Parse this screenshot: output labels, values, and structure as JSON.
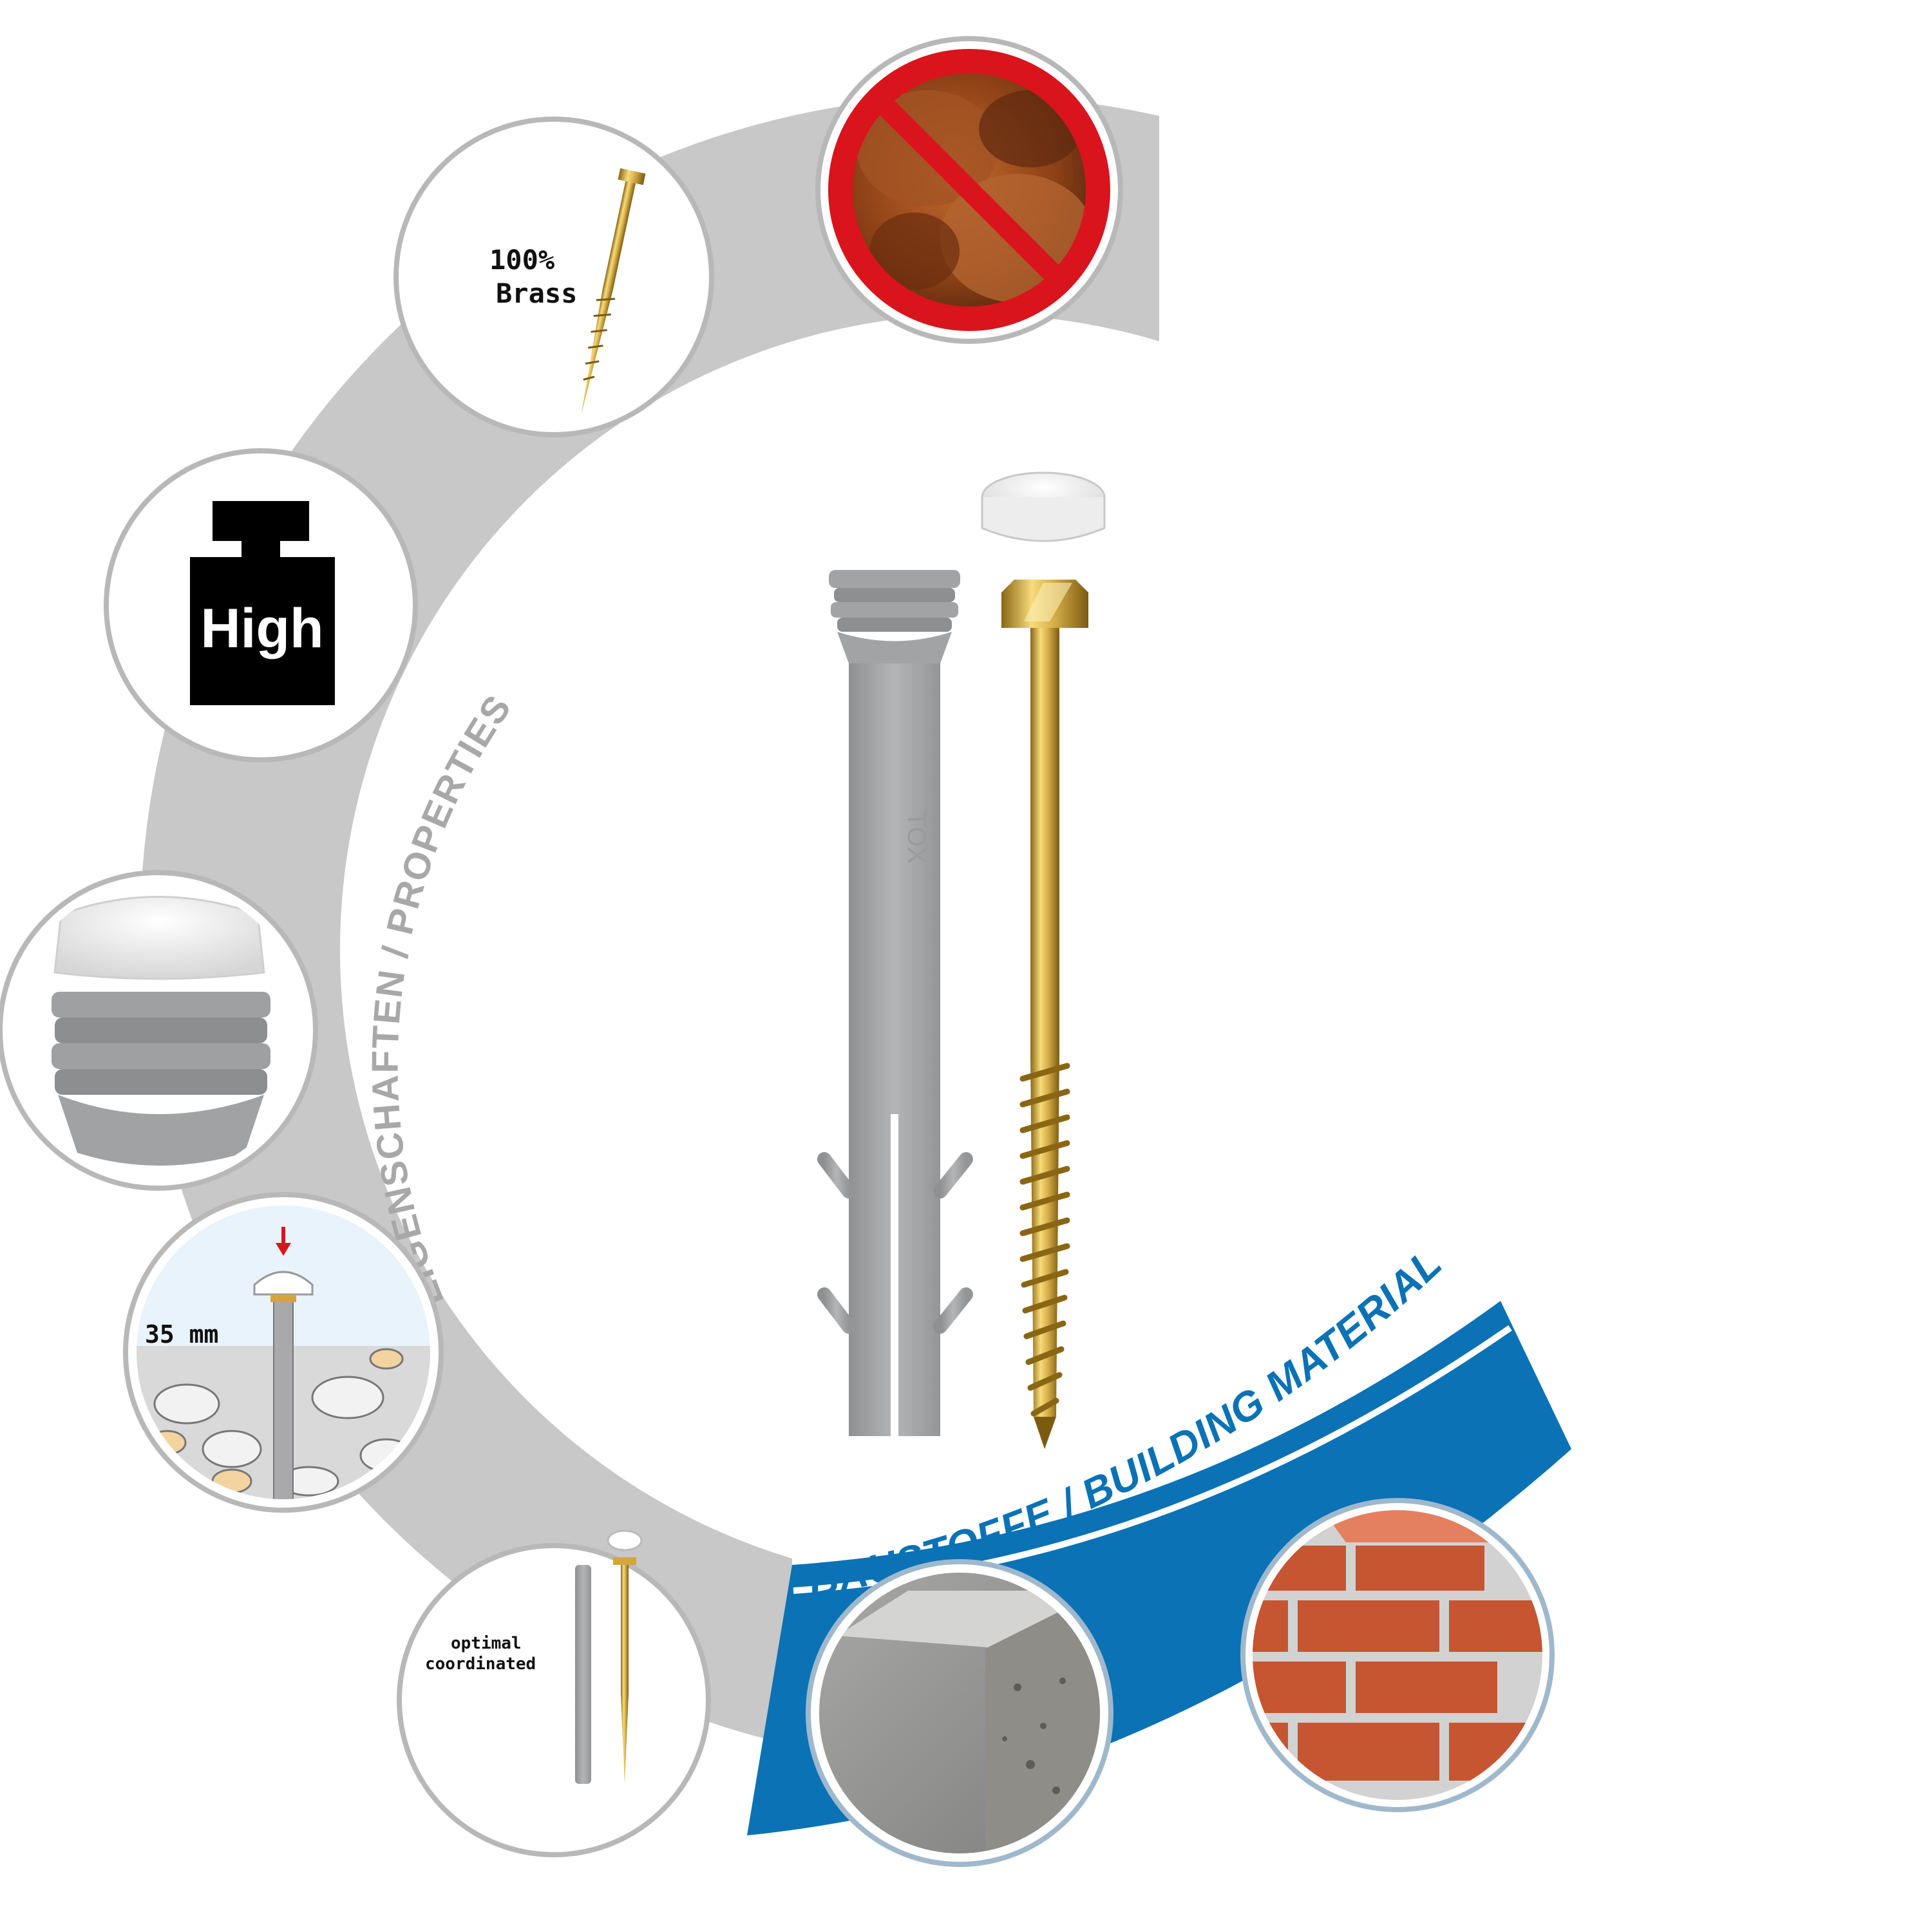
{
  "labels": {
    "properties_arc": "EIGENSCHAFTEN / PROPERTIES",
    "materials_arc": "BAUSTOFFE / BUILDING MATERIALS"
  },
  "features": {
    "no_rust": {
      "icon": "no-rust-icon"
    },
    "brass": {
      "line1": "100%",
      "line2": "Brass"
    },
    "load": {
      "text": "High"
    },
    "cap": {
      "icon": "cover-cap-icon"
    },
    "depth": {
      "text": "35 mm"
    },
    "coordinated": {
      "line1": "optimal",
      "line2": "coordinated"
    }
  },
  "product": {
    "brand": "TOX"
  },
  "materials": [
    {
      "icon": "concrete-icon"
    },
    {
      "icon": "brick-icon"
    }
  ],
  "colors": {
    "arc_gray": "#c8c8c8",
    "arc_label_gray": "#a8a8a8",
    "materials_blue": "#0a72b5",
    "no_sign_red": "#d9141c",
    "brass": "#c9a53a",
    "plug_gray": "#a9a9ab"
  }
}
